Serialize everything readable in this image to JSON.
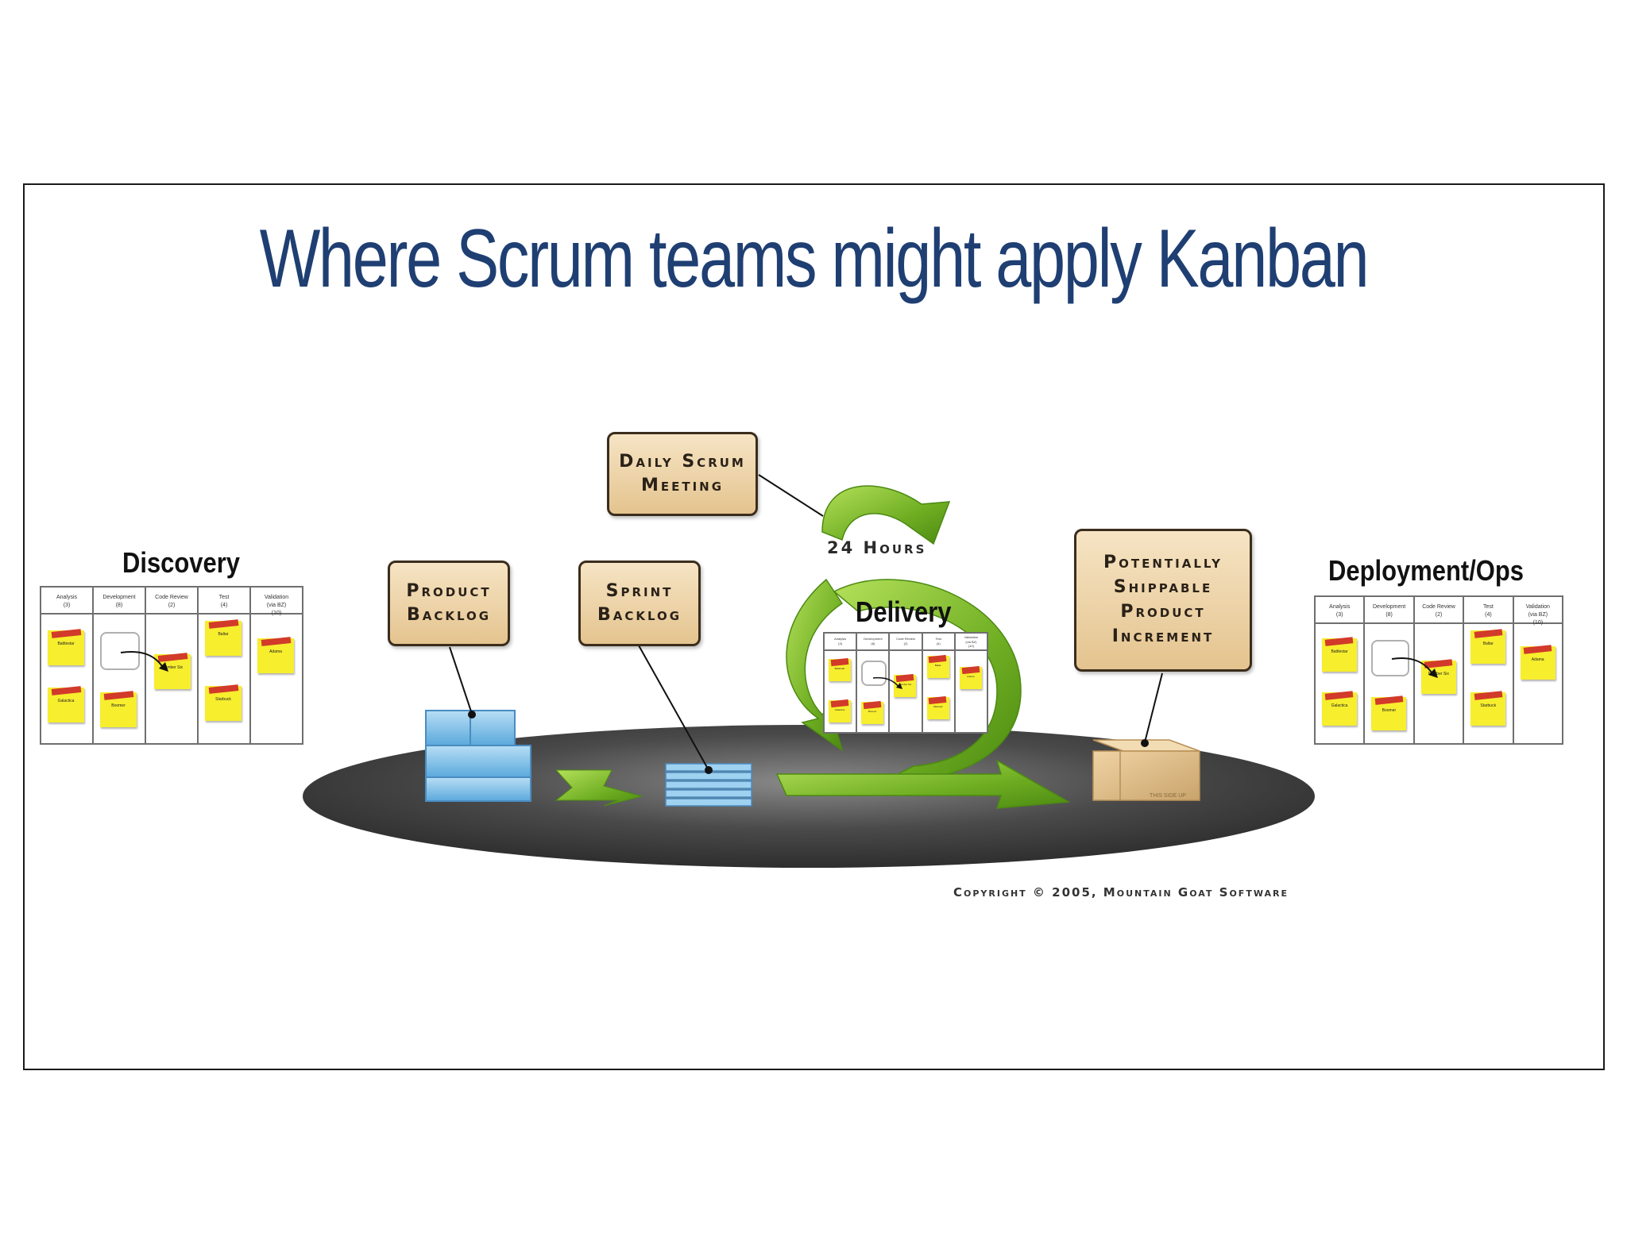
{
  "slide": {
    "title": "Where Scrum teams might apply Kanban"
  },
  "labels": {
    "discovery": "Discovery",
    "delivery": "Delivery",
    "deployment": "Deployment/Ops",
    "hours": "24 Hours",
    "copyright": "Copyright © 2005, Mountain Goat Software",
    "box_stamp": "THIS SIDE UP"
  },
  "callouts": {
    "daily_scrum": [
      "Daily Scrum",
      "Meeting"
    ],
    "product_backlog": [
      "Product",
      "Backlog"
    ],
    "sprint_backlog": [
      "Sprint",
      "Backlog"
    ],
    "increment": [
      "Potentially",
      "Shippable",
      "Product",
      "Increment"
    ]
  },
  "kanban": {
    "columns": [
      [
        "Analysis",
        "(3)"
      ],
      [
        "Development",
        "(8)"
      ],
      [
        "Code Review",
        "(2)"
      ],
      [
        "Test",
        "(4)"
      ],
      [
        "Validation",
        "(via BZ)",
        "(10)"
      ]
    ],
    "cards": [
      "Battlestar",
      "Galactica",
      "Boomer",
      "Number Six",
      "Baltar",
      "Starbuck",
      "Adama"
    ]
  },
  "colors": {
    "title": "#1f3f73",
    "arrow_green": "#7fbf2a",
    "callout_fill": "#e9cc9a",
    "sticky": "#f7ee2e",
    "backlog_blue": "#7fc0e8",
    "platform": "#4a4a4a"
  }
}
